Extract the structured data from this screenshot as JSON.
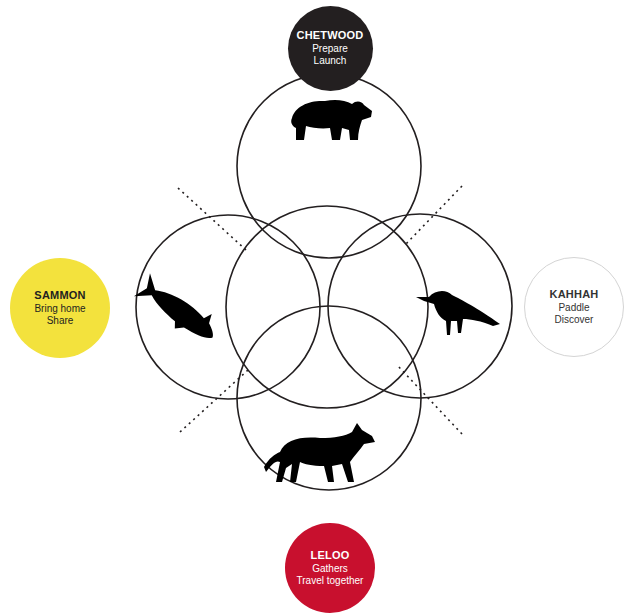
{
  "diagram": {
    "nodes": [
      {
        "text": [
          "CHETWOOD",
          "Prepare",
          "Launch"
        ]
      },
      {
        "text": [
          "SAMMON",
          "Bring home",
          "Share"
        ]
      },
      {
        "text": [
          "KAHHAH",
          "Paddle",
          "Discover"
        ]
      },
      {
        "text": [
          "LELOO",
          "Gathers",
          "Travel together"
        ]
      }
    ]
  }
}
